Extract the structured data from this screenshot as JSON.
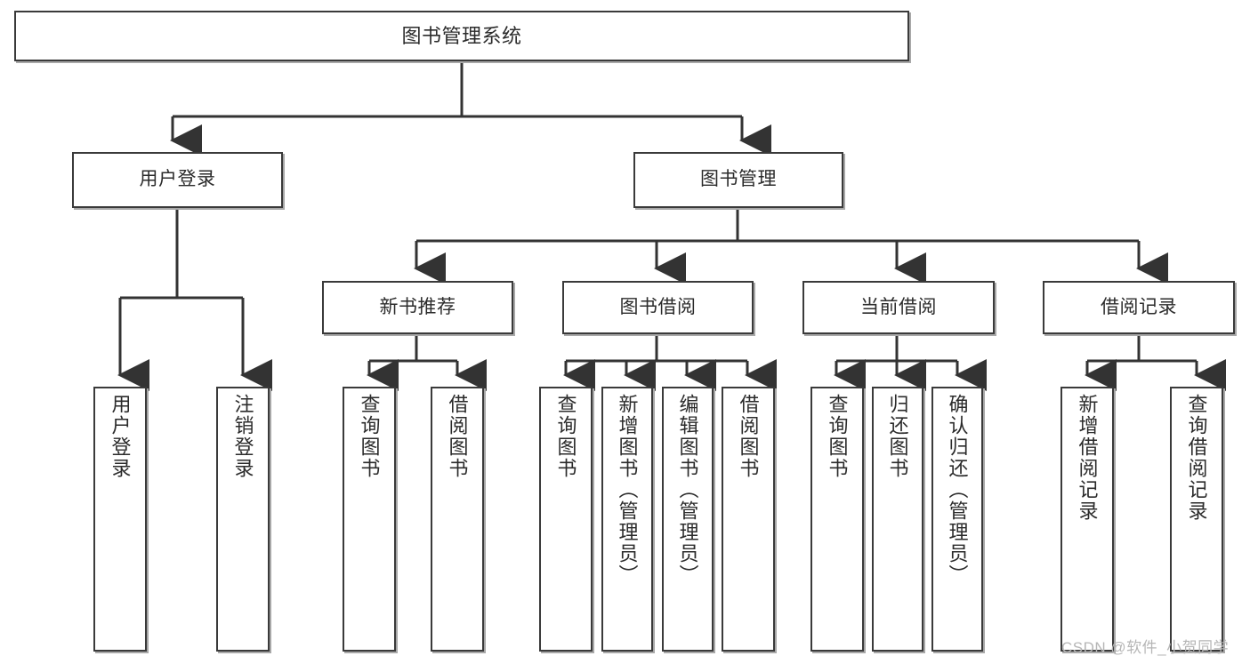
{
  "diagram": {
    "title": "图书管理系统",
    "type": "tree-hierarchy-diagram",
    "style": {
      "box_border": "#3a3a3a",
      "box_fill": "#ffffff",
      "connector": "#333333",
      "background": "#ffffff",
      "watermark_color": "#b6b6b6"
    },
    "levels": {
      "root": "图书管理系统",
      "level2": [
        "用户登录",
        "图书管理"
      ],
      "level3": [
        "新书推荐",
        "图书借阅",
        "当前借阅",
        "借阅记录"
      ]
    },
    "nodes": {
      "root": {
        "label": "图书管理系统"
      },
      "user_login": {
        "label": "用户登录"
      },
      "book_manage": {
        "label": "图书管理"
      },
      "new_book_rec": {
        "label": "新书推荐"
      },
      "book_borrow": {
        "label": "图书借阅"
      },
      "current_borrow": {
        "label": "当前借阅"
      },
      "borrow_record": {
        "label": "借阅记录"
      },
      "leaf_user_login": {
        "label": "用户登录"
      },
      "leaf_logout": {
        "label": "注销登录"
      },
      "leaf_query_book_1": {
        "label": "查询图书"
      },
      "leaf_borrow_book_1": {
        "label": "借阅图书"
      },
      "leaf_query_book_2": {
        "label": "查询图书"
      },
      "leaf_add_book": {
        "label": "新增图书（管理员）"
      },
      "leaf_edit_book": {
        "label": "编辑图书（管理员）"
      },
      "leaf_borrow_book_2": {
        "label": "借阅图书"
      },
      "leaf_query_book_3": {
        "label": "查询图书"
      },
      "leaf_return_book": {
        "label": "归还图书"
      },
      "leaf_confirm_return": {
        "label": "确认归还（管理员）"
      },
      "leaf_add_record": {
        "label": "新增借阅记录"
      },
      "leaf_query_record": {
        "label": "查询借阅记录"
      }
    },
    "edges": [
      {
        "from": "图书管理系统",
        "to": "用户登录"
      },
      {
        "from": "图书管理系统",
        "to": "图书管理"
      },
      {
        "from": "用户登录",
        "to": "用户登录"
      },
      {
        "from": "用户登录",
        "to": "注销登录"
      },
      {
        "from": "图书管理",
        "to": "新书推荐"
      },
      {
        "from": "图书管理",
        "to": "图书借阅"
      },
      {
        "from": "图书管理",
        "to": "当前借阅"
      },
      {
        "from": "图书管理",
        "to": "借阅记录"
      },
      {
        "from": "新书推荐",
        "to": "查询图书"
      },
      {
        "from": "新书推荐",
        "to": "借阅图书"
      },
      {
        "from": "图书借阅",
        "to": "查询图书"
      },
      {
        "from": "图书借阅",
        "to": "新增图书（管理员）"
      },
      {
        "from": "图书借阅",
        "to": "编辑图书（管理员）"
      },
      {
        "from": "图书借阅",
        "to": "借阅图书"
      },
      {
        "from": "当前借阅",
        "to": "查询图书"
      },
      {
        "from": "当前借阅",
        "to": "归还图书"
      },
      {
        "from": "当前借阅",
        "to": "确认归还（管理员）"
      },
      {
        "from": "借阅记录",
        "to": "新增借阅记录"
      },
      {
        "from": "借阅记录",
        "to": "查询借阅记录"
      }
    ]
  },
  "watermark": {
    "text": "CSDN @软件_小贺同学"
  }
}
